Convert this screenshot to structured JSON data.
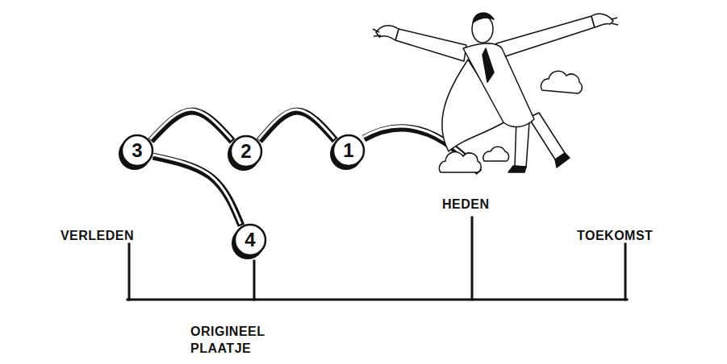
{
  "diagram": {
    "nodes": [
      {
        "text": [
          "3"
        ]
      },
      {
        "text": [
          "2"
        ]
      },
      {
        "text": [
          "1"
        ]
      },
      {
        "text": [
          "4"
        ]
      }
    ],
    "edges": [
      {
        "from": 3,
        "to": 0,
        "arrow": "none"
      },
      {
        "from": 0,
        "to": 1,
        "arrow": "none"
      },
      {
        "from": 1,
        "to": 2,
        "arrow": "none"
      }
    ],
    "labels": [
      "VERLEDEN",
      "HEDEN",
      "TOEKOMST",
      "ORIGINEEL PLAATJE"
    ]
  }
}
